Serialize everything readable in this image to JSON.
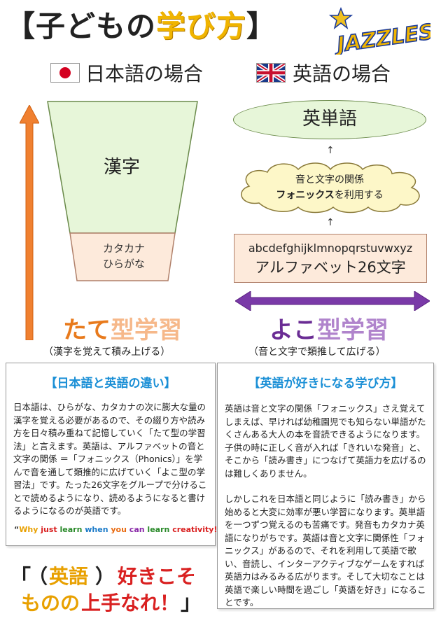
{
  "title": {
    "bracket_open": "【",
    "part1": "子どもの",
    "part2": "学び方",
    "bracket_close": "】"
  },
  "logo": {
    "text": "JAZZLES"
  },
  "languages": {
    "japanese": "日本語の場合",
    "english": "英語の場合"
  },
  "japanese_diagram": {
    "top_label": "漢字",
    "bottom_line1": "カタカナ",
    "bottom_line2": "ひらがな"
  },
  "english_diagram": {
    "top_label": "英単語",
    "arrow": "↑",
    "cloud_line1": "音と文字の関係",
    "cloud_line2_bold": "フォニックス",
    "cloud_line2_rest": "を利用する",
    "alpha_line1": "abcdefghijklmnopqrstuvwxyz",
    "alpha_line2": "アルファベット26文字"
  },
  "learning_types": {
    "tate_part1": "たて",
    "tate_part2": "型学習",
    "tate_sub": "（漢字を覚えて積み上げる）",
    "yoko_part1": "よこ",
    "yoko_part2": "型学習",
    "yoko_sub": "（音と文字で類推して広げる）"
  },
  "box_left": {
    "heading": "【日本語と英語の違い】",
    "body": "日本語は、ひらがな、カタカナの次に膨大な量の漢字を覚える必要があるので、その綴り方や読み方を日々積み重ねて記憶していく「たて型の学習法」と言えます。英語は、アルファベットの音と文字の関係 ＝「フォニックス（Phonics）」を学んで音を通して類推的に広げていく「よこ型の学習法」です。たった26文字をグループで分けることで読めるようになり、読めるようになると書けるようになるのが英語です。",
    "slogan": {
      "q_open": "“",
      "w1": "Why",
      "w2": "just",
      "w3": "learn",
      "w4": "when",
      "w5": "you",
      "w6": "can",
      "w7": "learn",
      "w8": "creativity!",
      "q_close": "”"
    }
  },
  "box_right": {
    "heading": "【英語が好きになる学び方】",
    "para1": "英語は音と文字の関係「フォニックス」さえ覚えてしまえば、早ければ幼稚園児でも知らない単語がたくさんある大人の本を音読できるようになります。子供の時に正しく音が入れば「きれいな発音」と、そこから「読み書き」につなげて英語力を広げるのは難しくありません。",
    "para2": "しかしこれを日本語と同じように「読み書き」から始めると大変に効率が悪い学習になります。英単語を一つずつ覚えるのも苦痛です。発音もカタカナ英語になりがちです。英語は音と文字に関係性「フォニックス」があるので、それを利用して英語で歌い、音読し、インターアクティブなゲームをすれば英語力はみるみる広がります。そして大切なことは英語で楽しい時間を過ごし「英語を好き」になることです。"
  },
  "proverb": {
    "open": "「",
    "paren_open": "（",
    "eigo": "英語",
    "paren_close": "）",
    "suki": "好きこそ",
    "line2a": "ものの",
    "line2b": "上手なれ！",
    "close": "」"
  },
  "colors": {
    "title_accent": "#f0b400",
    "tate_orange": "#e87a1c",
    "yoko_purple": "#6a2c94",
    "heading_blue": "#1a8fd6",
    "kanji_fill": "#e7f6d9",
    "kana_fill": "#fdeadb"
  }
}
